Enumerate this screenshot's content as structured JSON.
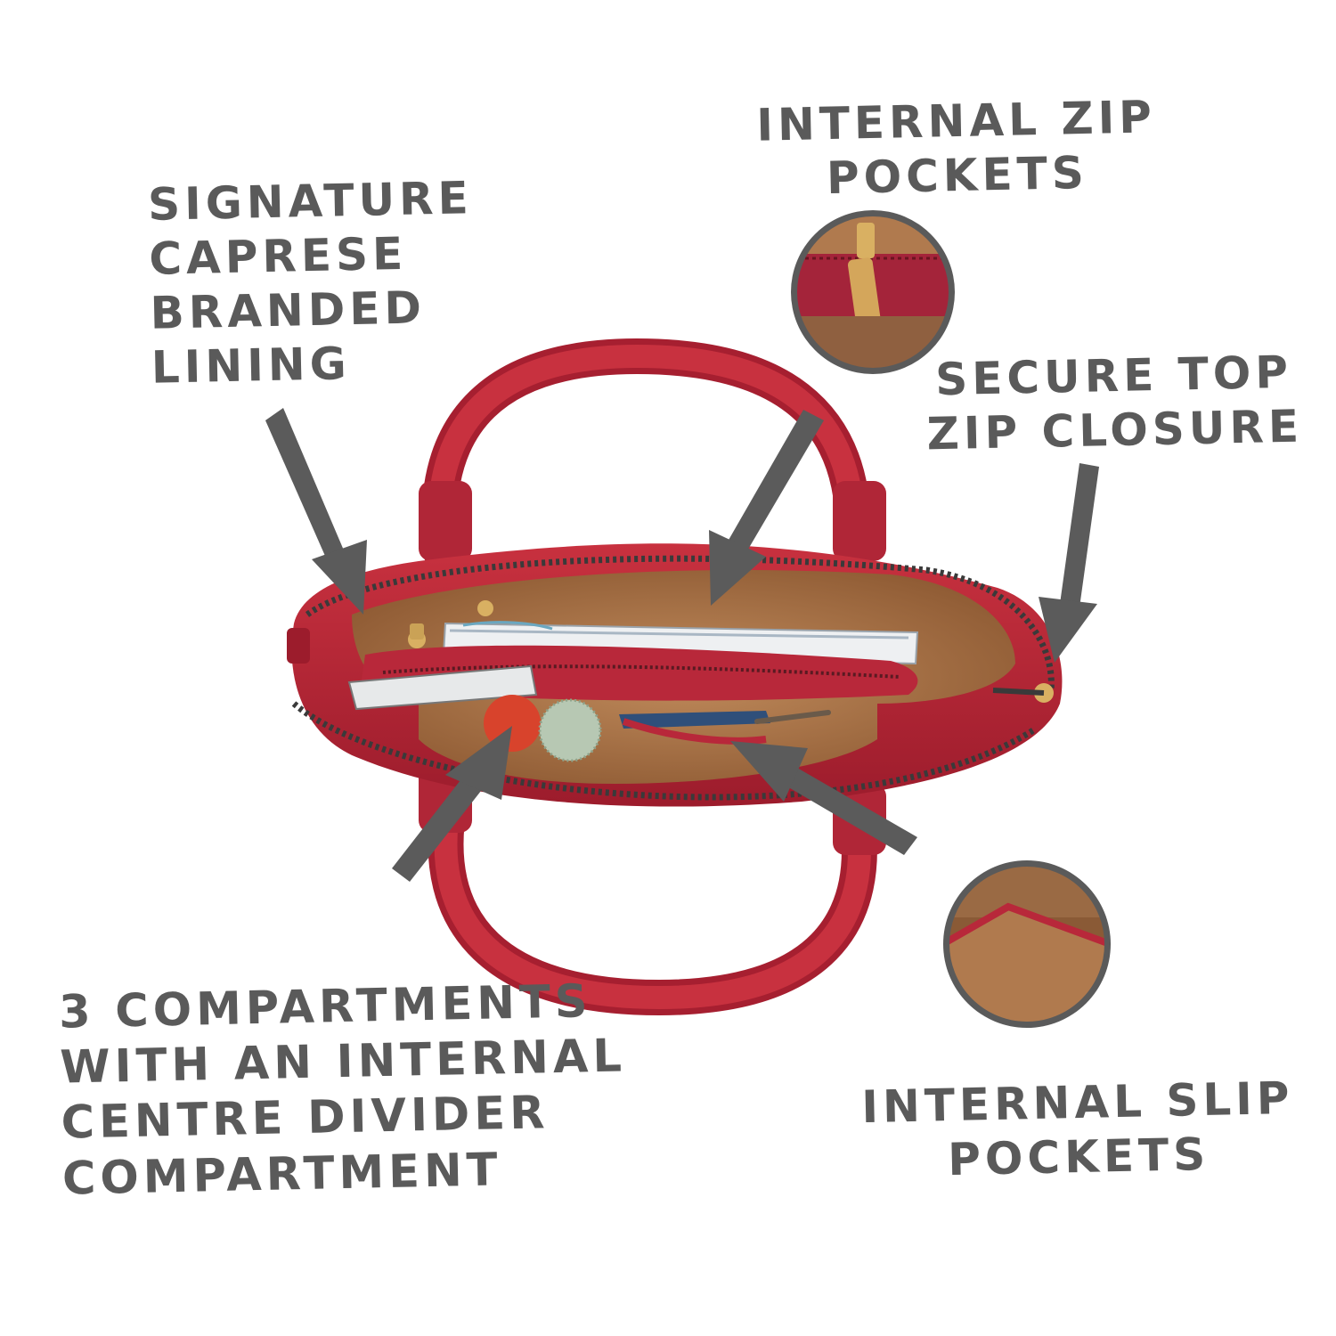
{
  "labels": {
    "signature_lining": [
      "SIGNATURE",
      "CAPRESE",
      "BRANDED",
      "LINING"
    ],
    "internal_zip": [
      "INTERNAL ZIP",
      "POCKETS"
    ],
    "secure_zip": [
      "SECURE TOP",
      "ZIP CLOSURE"
    ],
    "compartments": [
      "3 COMPARTMENTS",
      "WITH AN INTERNAL",
      "CENTRE DIVIDER",
      "COMPARTMENT"
    ],
    "slip_pockets": [
      "INTERNAL SLIP",
      "POCKETS"
    ]
  },
  "colors": {
    "text": "#5a5a5a",
    "arrow": "#5b5b5b",
    "bag_red": "#b8283a",
    "bag_red_dark": "#8e1a29",
    "lining_tan": "#b07a4e",
    "zipper": "#3a3a3a"
  },
  "icons": {
    "zip_detail": "zip-pull-closeup-icon",
    "slip_detail": "slip-pocket-closeup-icon",
    "bag": "handbag-top-view-icon"
  }
}
